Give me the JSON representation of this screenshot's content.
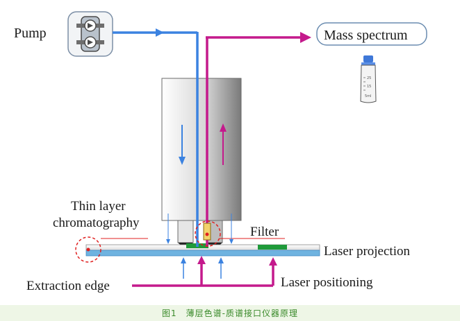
{
  "labels": {
    "pump": "Pump",
    "mass_spectrum": "Mass spectrum",
    "tlc_line1": "Thin layer",
    "tlc_line2": "chromatography",
    "filter": "Filter",
    "laser_projection": "Laser projection",
    "extraction_edge": "Extraction edge",
    "laser_positioning": "Laser positioning"
  },
  "vial": {
    "mark_25": "25",
    "mark_15": "15",
    "mark_5ml": "5ml"
  },
  "caption": "图1　薄层色谱-质谱接口仪器原理",
  "colors": {
    "blue_flow": "#3b82e0",
    "magenta_flow": "#c41a8c",
    "green_strip": "#1f9a3a",
    "red_dash": "#e02020",
    "caption_green": "#3a8a2a"
  }
}
